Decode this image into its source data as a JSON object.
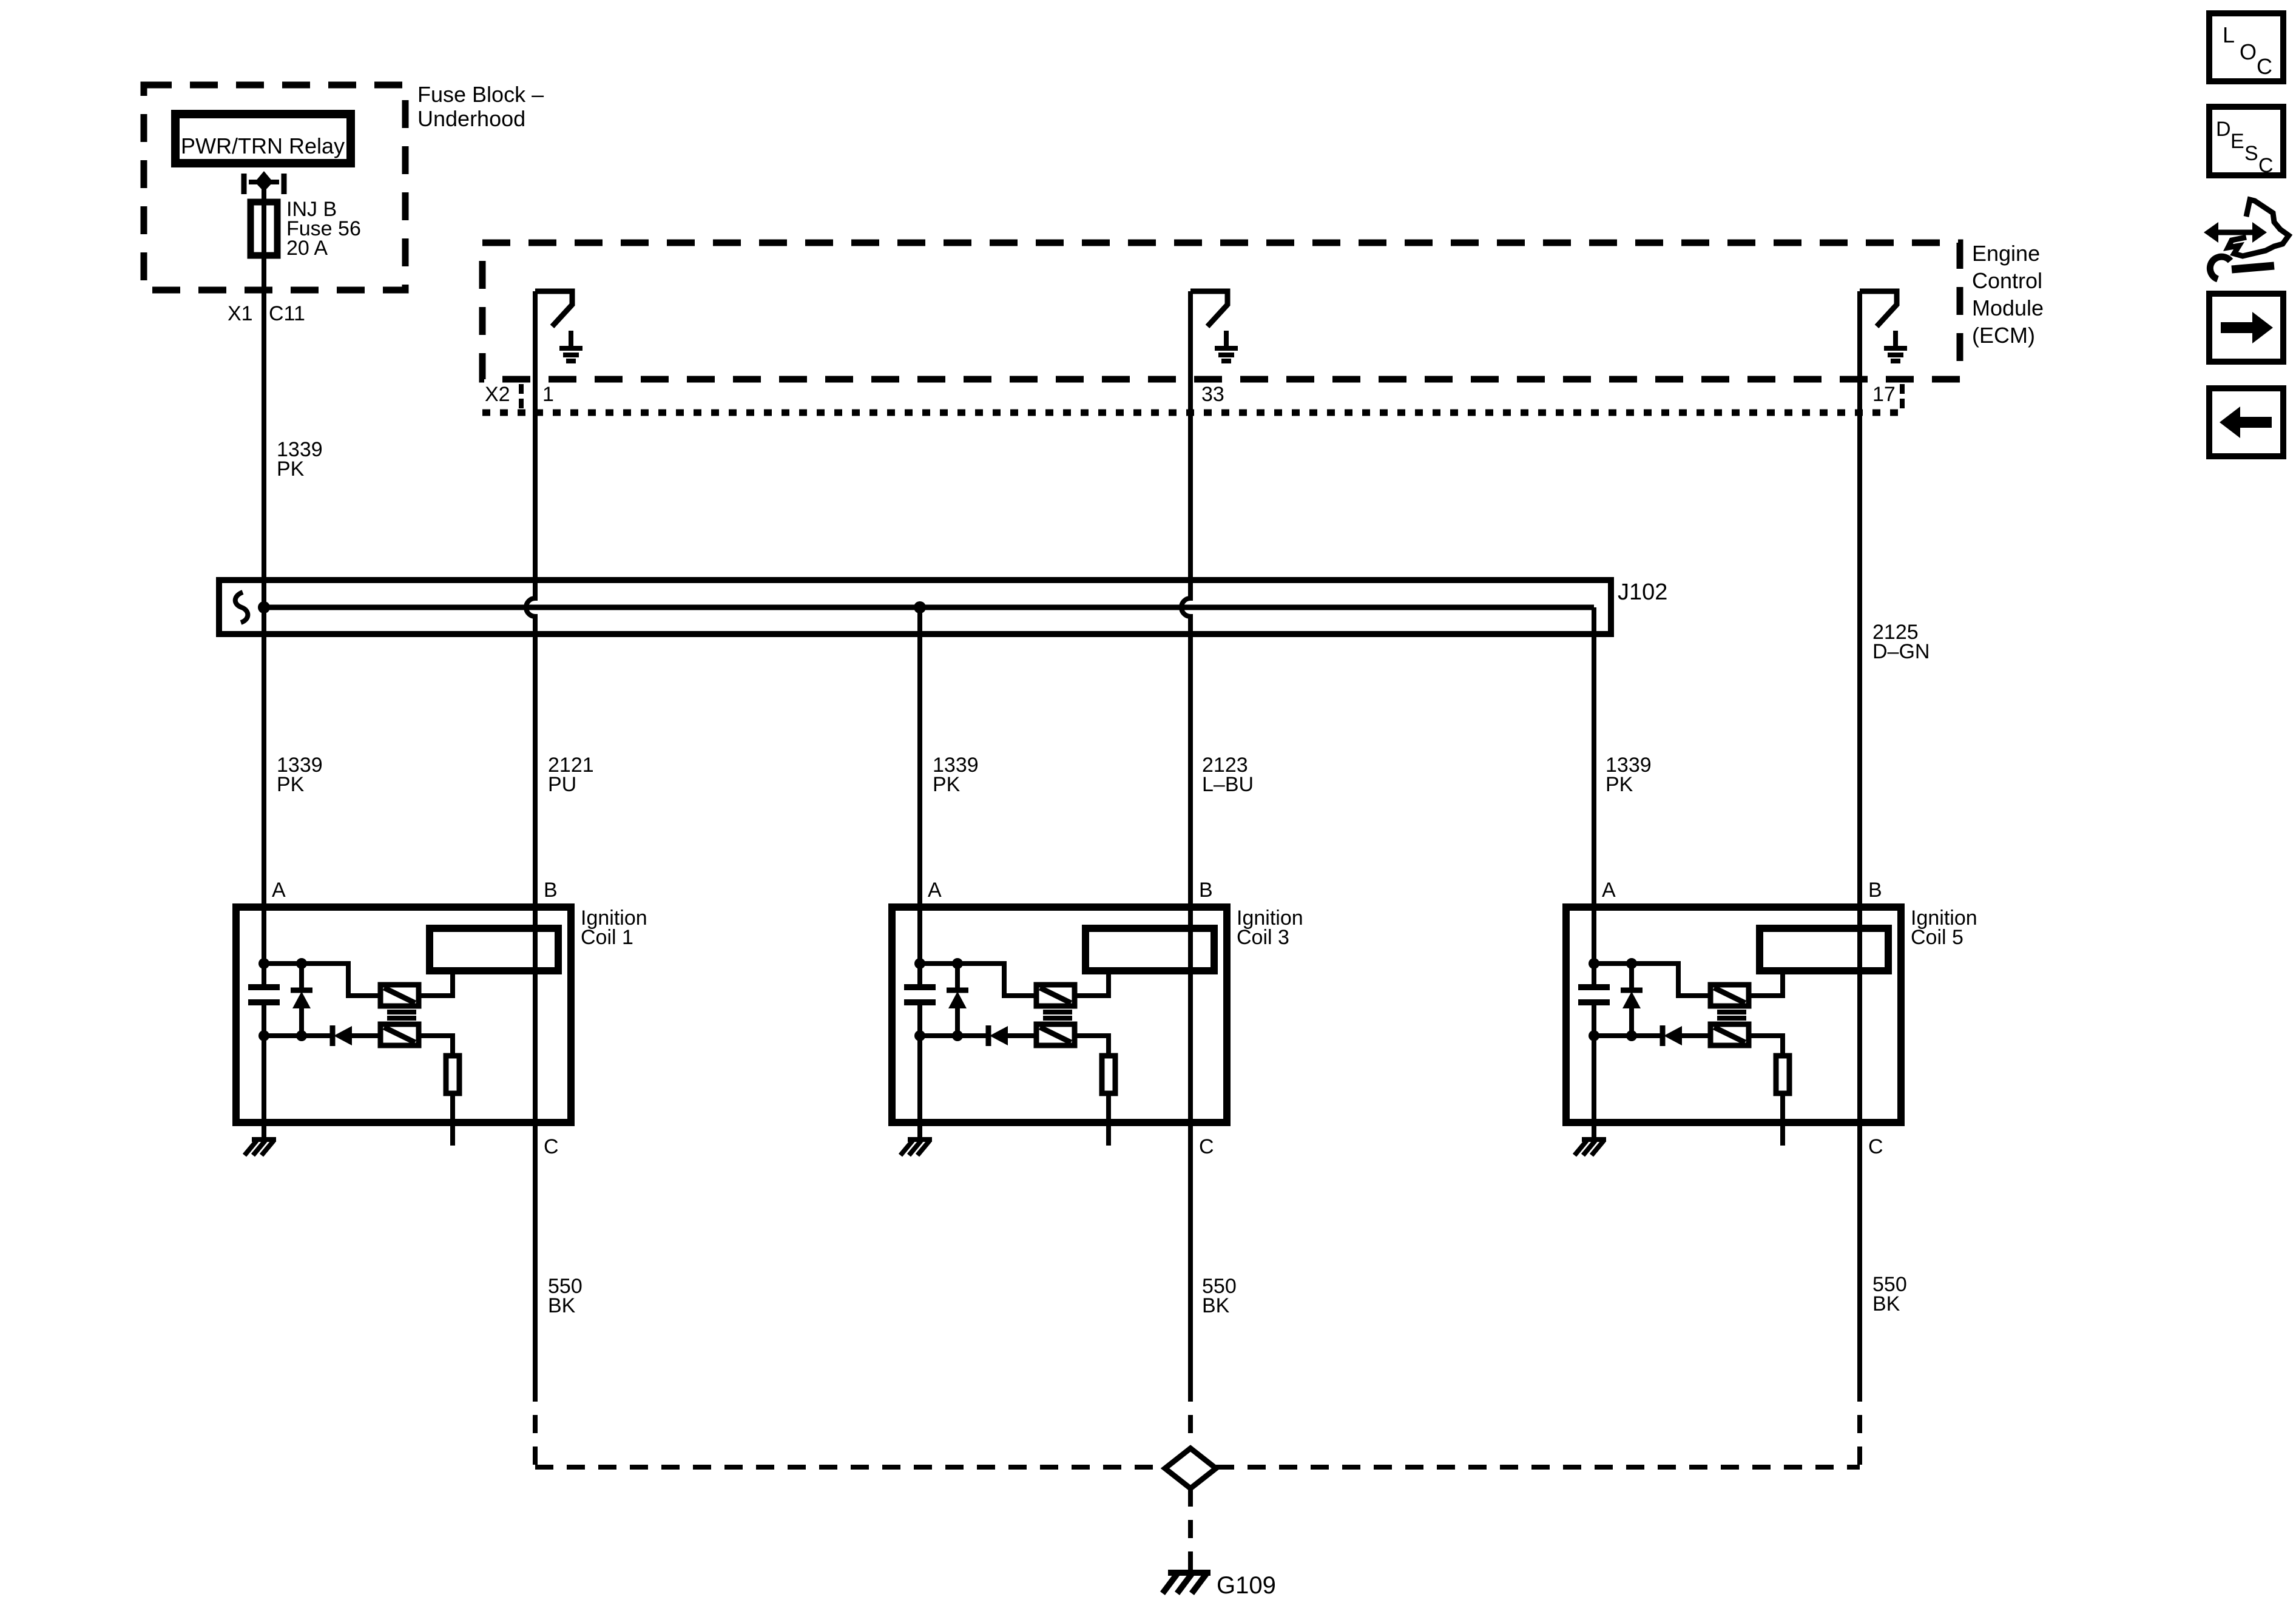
{
  "colors": {
    "ink": "#000000",
    "paper": "#ffffff"
  },
  "fuse_block": {
    "title": [
      "Fuse Block –",
      "Underhood"
    ],
    "relay_label": "PWR/TRN Relay",
    "fuse_label": [
      "INJ B",
      "Fuse 56",
      "20 A"
    ],
    "connector": "X1",
    "pin": "C11"
  },
  "ecm": {
    "title": [
      "Engine",
      "Control",
      "Module",
      "(ECM)"
    ],
    "connector": "X2",
    "pins": [
      "1",
      "33",
      "17"
    ]
  },
  "splice": {
    "label": "J102"
  },
  "ground": {
    "label": "G109"
  },
  "wires": {
    "feed": [
      "1339",
      "PK"
    ],
    "coil1_a": [
      "1339",
      "PK"
    ],
    "coil1_b": [
      "2121",
      "PU"
    ],
    "coil3_a": [
      "1339",
      "PK"
    ],
    "coil3_b": [
      "2123",
      "L–BU"
    ],
    "coil5_a": [
      "1339",
      "PK"
    ],
    "coil5_b": [
      "2125",
      "D–GN"
    ],
    "coil1_c": [
      "550",
      "BK"
    ],
    "coil3_c": [
      "550",
      "BK"
    ],
    "coil5_c": [
      "550",
      "BK"
    ]
  },
  "coils": [
    {
      "name": [
        "Ignition",
        "Coil 1"
      ],
      "pins": {
        "a": "A",
        "b": "B",
        "c": "C"
      }
    },
    {
      "name": [
        "Ignition",
        "Coil 3"
      ],
      "pins": {
        "a": "A",
        "b": "B",
        "c": "C"
      }
    },
    {
      "name": [
        "Ignition",
        "Coil 5"
      ],
      "pins": {
        "a": "A",
        "b": "B",
        "c": "C"
      }
    }
  ],
  "sidebar": {
    "loc": [
      "L",
      "O",
      "C"
    ],
    "desc": [
      "D",
      "E",
      "S",
      "C"
    ]
  }
}
